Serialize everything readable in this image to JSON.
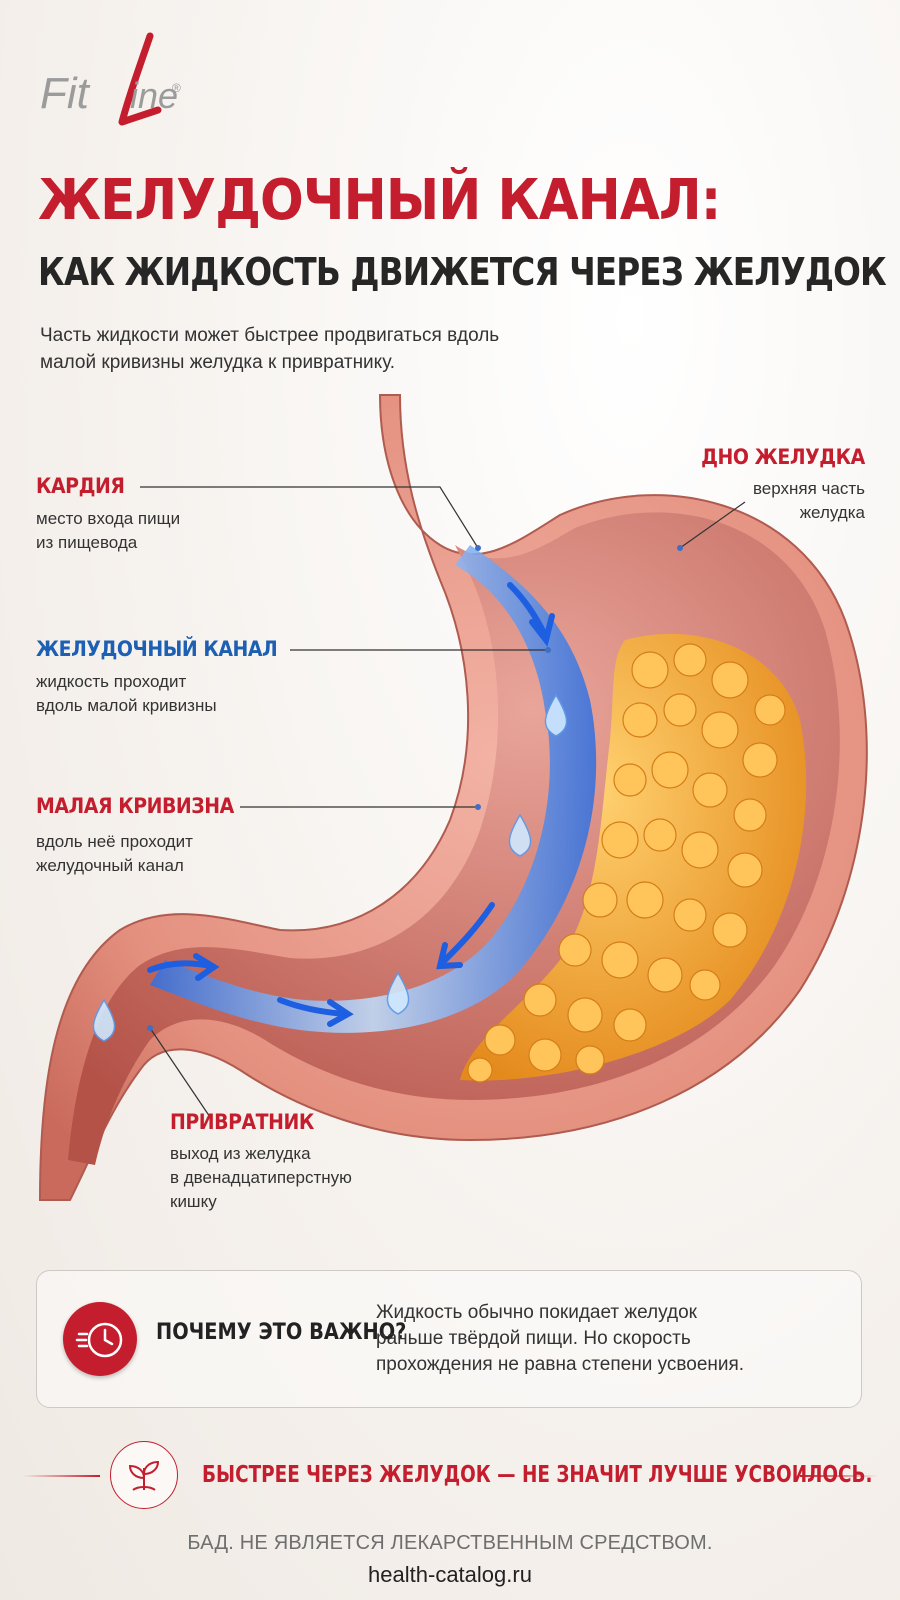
{
  "logo": {
    "text": "FitLine",
    "registered": "®",
    "brand_color": "#c41e2e"
  },
  "header": {
    "title": "ЖЕЛУДОЧНЫЙ КАНАЛ:",
    "subtitle": "КАК ЖИДКОСТЬ ДВИЖЕТСЯ ЧЕРЕЗ ЖЕЛУДОК",
    "intro": "Часть жидкости может быстрее продвигаться вдоль малой кривизны желудка к привратнику."
  },
  "callouts": {
    "cardia": {
      "title": "КАРДИЯ",
      "desc": "место входа пищи\nиз пищевода"
    },
    "fundus": {
      "title": "ДНО ЖЕЛУДКА",
      "desc": "верхняя часть\nжелудка"
    },
    "canal": {
      "title": "ЖЕЛУДОЧНЫЙ КАНАЛ",
      "desc": "жидкость проходит\nвдоль малой кривизны"
    },
    "curvature": {
      "title": "МАЛАЯ КРИВИЗНА",
      "desc": "вдоль неё проходит\nжелудочный канал"
    },
    "pylorus": {
      "title": "ПРИВРАТНИК",
      "desc": "выход из желудка\nв двенадцатиперстную\nкишку"
    }
  },
  "info": {
    "icon": "clock-fast-icon",
    "heading": "ПОЧЕМУ ЭТО ВАЖНО?",
    "text": "Жидкость обычно покидает желудок\nраньше твёрдой пищи. Но скорость\nпрохождения не равна степени усвоения."
  },
  "slogan": {
    "icon": "plant-leaf-icon",
    "text": "БЫСТРЕЕ ЧЕРЕЗ ЖЕЛУДОК — НЕ ЗНАЧИТ ЛУЧШЕ УСВОИЛОСЬ."
  },
  "footer": {
    "disclaimer": "БАД. НЕ ЯВЛЯЕТСЯ ЛЕКАРСТВЕННЫМ СРЕДСТВОМ.",
    "site": "health-catalog.ru"
  },
  "colors": {
    "accent_red": "#c41e2e",
    "accent_blue": "#1d5fb3",
    "tissue": "#e89a8c",
    "food": "#f0a535"
  }
}
